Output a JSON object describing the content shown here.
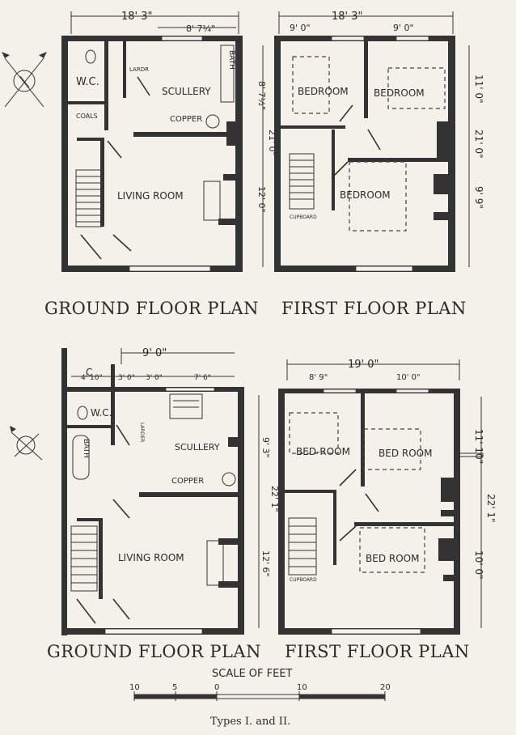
{
  "top": {
    "ground": {
      "width_dim": "18' 3\"",
      "sub_dim": "8' 7¼\"",
      "right_dims": [
        "8' 7½\"",
        "21' 0\"",
        "12' 0\""
      ],
      "rooms": {
        "wc": "W.C.",
        "larder": "LARDR",
        "scullery": "SCULLERY",
        "bath": "BATH",
        "coals": "COALS",
        "copper": "COPPER",
        "living": "LIVING ROOM"
      },
      "plan_title": "GROUND FLOOR PLAN"
    },
    "first": {
      "width_dim": "18' 3\"",
      "sub_dims": [
        "9' 0\"",
        "9' 0\""
      ],
      "right_dims": [
        "11' 0\"",
        "21' 0\"",
        "9' 9\""
      ],
      "rooms": {
        "bed1": "BEDROOM",
        "bed2": "BEDROOM",
        "bed3": "BEDROOM",
        "cupboard": "CUPBOARD"
      },
      "plan_title": "FIRST FLOOR PLAN"
    }
  },
  "bottom": {
    "ground": {
      "top_dims": [
        "9' 0\"",
        "4' 10\"",
        "3' 0\"",
        "3' 0\"",
        "7' 6\""
      ],
      "right_dims": [
        "9' 3\"",
        "22' 1\"",
        "12' 6\""
      ],
      "rooms": {
        "c": "C",
        "wc": "W.C.",
        "bath": "BATH",
        "larder": "LARDER",
        "scullery": "SCULLERY",
        "copper": "COPPER",
        "living": "LIVING ROOM"
      },
      "plan_title": "GROUND FLOOR PLAN"
    },
    "first": {
      "width_dim": "19' 0\"",
      "sub_dims": [
        "8' 9\"",
        "10' 0\""
      ],
      "right_dims": [
        "11' 10\"",
        "22' 1\"",
        "10' 0\""
      ],
      "rooms": {
        "bed1": "BED-ROOM",
        "bed2": "BED ROOM",
        "bed3": "BED ROOM",
        "cupboard": "CUPBOARD"
      },
      "plan_title": "FIRST FLOOR PLAN"
    }
  },
  "scale": {
    "title": "SCALE OF FEET",
    "ticks": [
      "10",
      "5",
      "0",
      "10",
      "20"
    ]
  },
  "caption": "Types I. and II."
}
